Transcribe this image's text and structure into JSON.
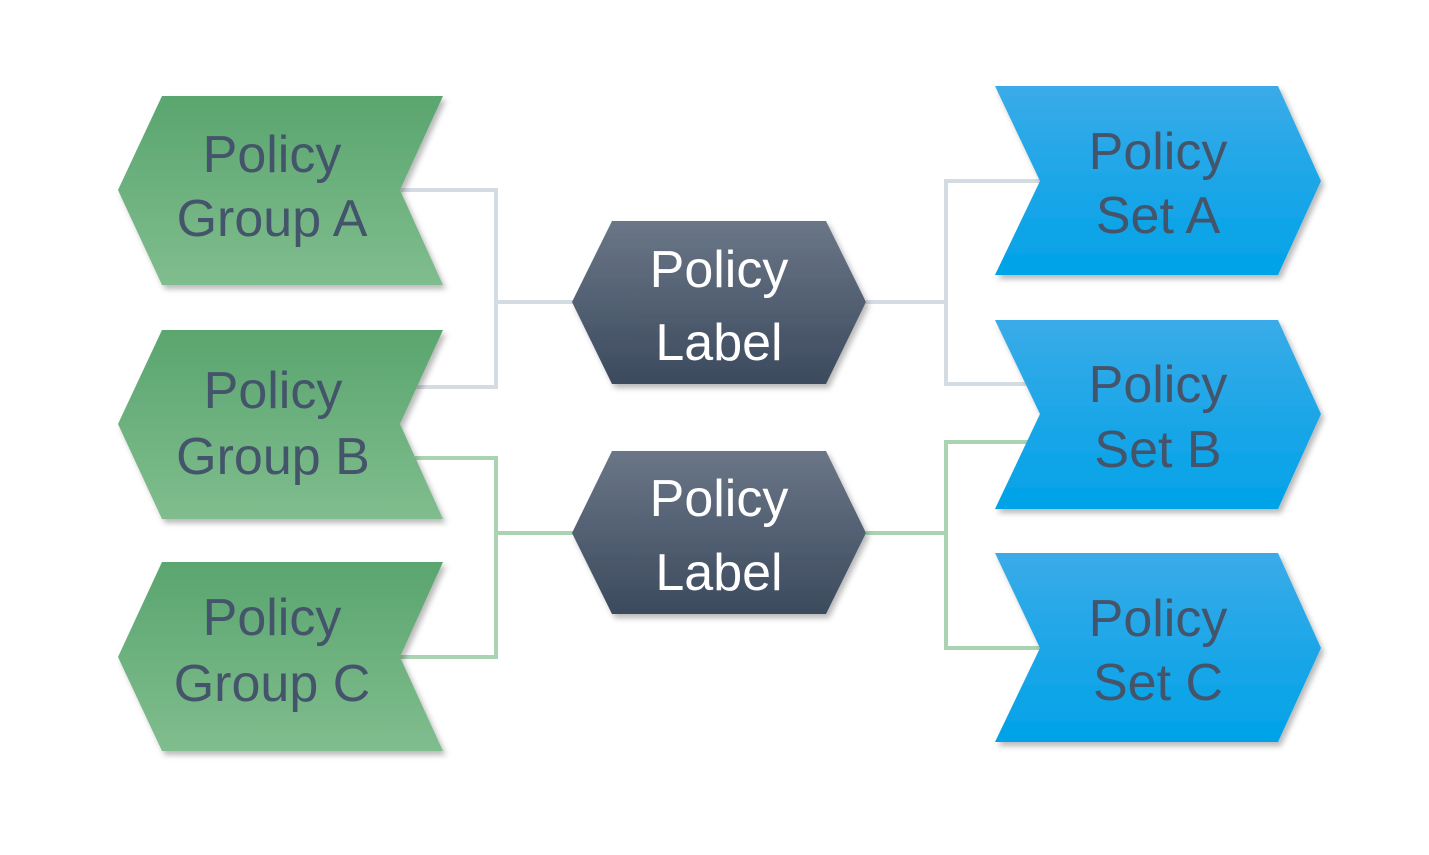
{
  "groups": [
    {
      "line1": "Policy",
      "line2": "Group A"
    },
    {
      "line1": "Policy",
      "line2": "Group B"
    },
    {
      "line1": "Policy",
      "line2": "Group C"
    }
  ],
  "labels": [
    {
      "line1": "Policy",
      "line2": "Label"
    },
    {
      "line1": "Policy",
      "line2": "Label"
    }
  ],
  "sets": [
    {
      "line1": "Policy",
      "line2": "Set A"
    },
    {
      "line1": "Policy",
      "line2": "Set B"
    },
    {
      "line1": "Policy",
      "line2": "Set C"
    }
  ],
  "colors": {
    "group_fill_top": "#5aa56f",
    "group_fill_bottom": "#80bd8e",
    "set_fill_top": "#3aabe8",
    "set_fill_bottom": "#00a2e8",
    "label_fill_top": "#6a7687",
    "label_fill_bottom": "#3c4a5e",
    "group_text": "#44546a",
    "label_text": "#ffffff",
    "connector_label_1": "#d5dbe3",
    "connector_label_2": "#a9d3b1"
  }
}
